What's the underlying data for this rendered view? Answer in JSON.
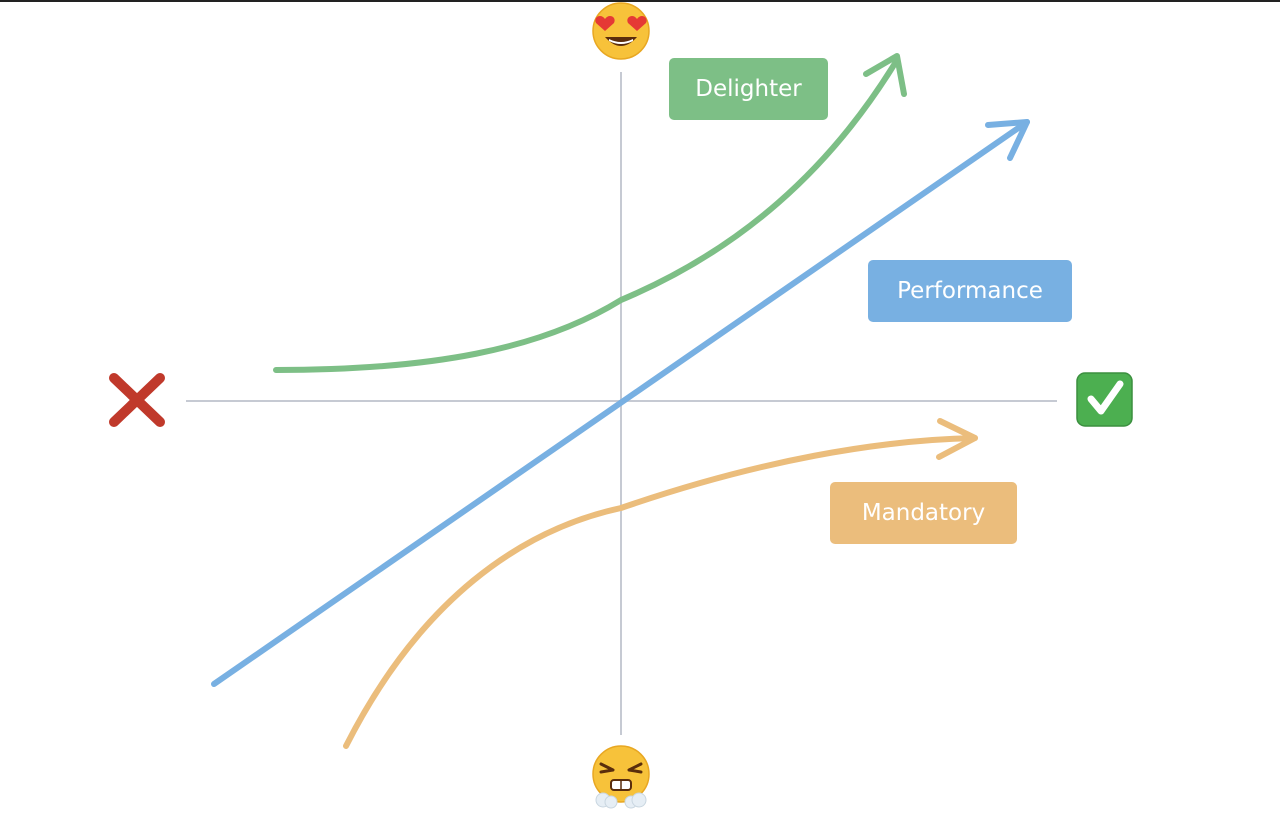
{
  "colors": {
    "axis": "#c6cad3",
    "delighter": "#7dbf86",
    "performance": "#78b0e2",
    "mandatory": "#ebbd7c",
    "negative_mark": "#c0392b",
    "positive_mark": "#4caf50"
  },
  "axes": {
    "top_icon": "heart-eyes-emoji-icon",
    "bottom_icon": "angry-face-emoji-icon",
    "left_icon": "cross-mark-icon",
    "right_icon": "check-mark-icon"
  },
  "curves": [
    {
      "id": "delighter",
      "label": "Delighter"
    },
    {
      "id": "performance",
      "label": "Performance"
    },
    {
      "id": "mandatory",
      "label": "Mandatory"
    }
  ]
}
